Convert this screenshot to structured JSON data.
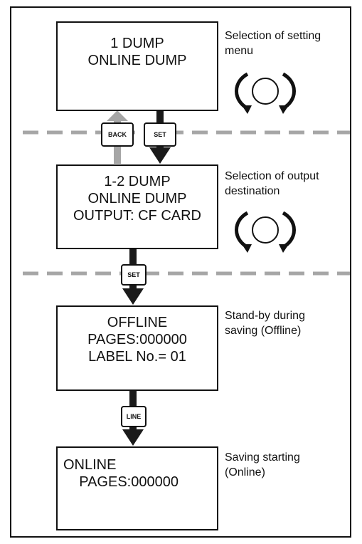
{
  "steps": [
    {
      "display": [
        "1 DUMP",
        "ONLINE DUMP"
      ],
      "caption": [
        "Selection of setting",
        "menu"
      ],
      "knob_icon": "jog-dial-icon"
    },
    {
      "display": [
        "1-2 DUMP",
        "ONLINE DUMP",
        "OUTPUT: CF CARD"
      ],
      "caption": [
        "Selection of output",
        "destination"
      ],
      "knob_icon": "jog-dial-icon"
    },
    {
      "display": [
        "OFFLINE",
        "PAGES:000000",
        "LABEL No.= 01"
      ],
      "caption": [
        "Stand-by during",
        "saving (Offline)"
      ]
    },
    {
      "display": [
        "ONLINE",
        "    PAGES:000000"
      ],
      "caption": [
        "Saving starting",
        "(Online)"
      ]
    }
  ],
  "keys": {
    "back": "BACK",
    "set_1": "SET",
    "set_2": "SET",
    "line": "LINE"
  },
  "colors": {
    "forward_arrow": "#1a1a1a",
    "back_arrow": "#a6a6a6",
    "dashed_separator": "#a6a6a6"
  }
}
